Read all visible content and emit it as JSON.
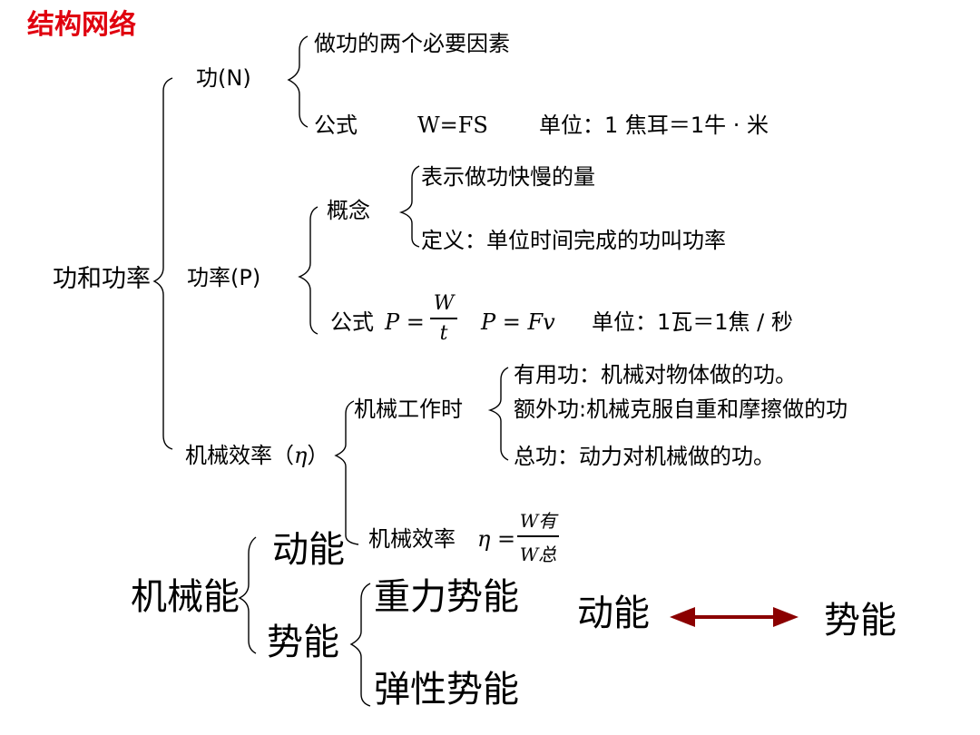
{
  "title": "结构网络",
  "colors": {
    "title": "#e0000f",
    "arrow": "#8b0000"
  },
  "root": "功和功率",
  "work": {
    "label": "功(N)",
    "item1": "做功的两个必要因素",
    "formula_prefix": "公式",
    "formula": "W=FS",
    "unit": "单位：1 焦耳＝1牛 · 米"
  },
  "power": {
    "label": "功率(P)",
    "concept_label": "概念",
    "concept_item1": "表示做功快慢的量",
    "concept_item2": "定义：单位时间完成的功叫功率",
    "formula_prefix": "公式",
    "formula_lhs": "P =",
    "formula_num": "W",
    "formula_den": "t",
    "formula2": "P = Fv",
    "unit": "单位：1瓦＝1焦 / 秒"
  },
  "efficiency": {
    "label": "机械效率（",
    "symbol": "η",
    "close": "）",
    "working_label": "机械工作时",
    "useful": "有用功：机械对物体做的功。",
    "extra": "额外功:机械克服自重和摩擦做的功",
    "total": "总功：动力对机械做的功。",
    "formula_label": "机械效率",
    "formula_lhs": "η =",
    "formula_num": "W有",
    "formula_den": "W总"
  },
  "mechanical_energy": {
    "label": "机械能",
    "kinetic": "动能",
    "potential": "势能",
    "gravity_potential": "重力势能",
    "elastic_potential": "弹性势能"
  },
  "conversion": {
    "left": "动能",
    "right": "势能"
  }
}
